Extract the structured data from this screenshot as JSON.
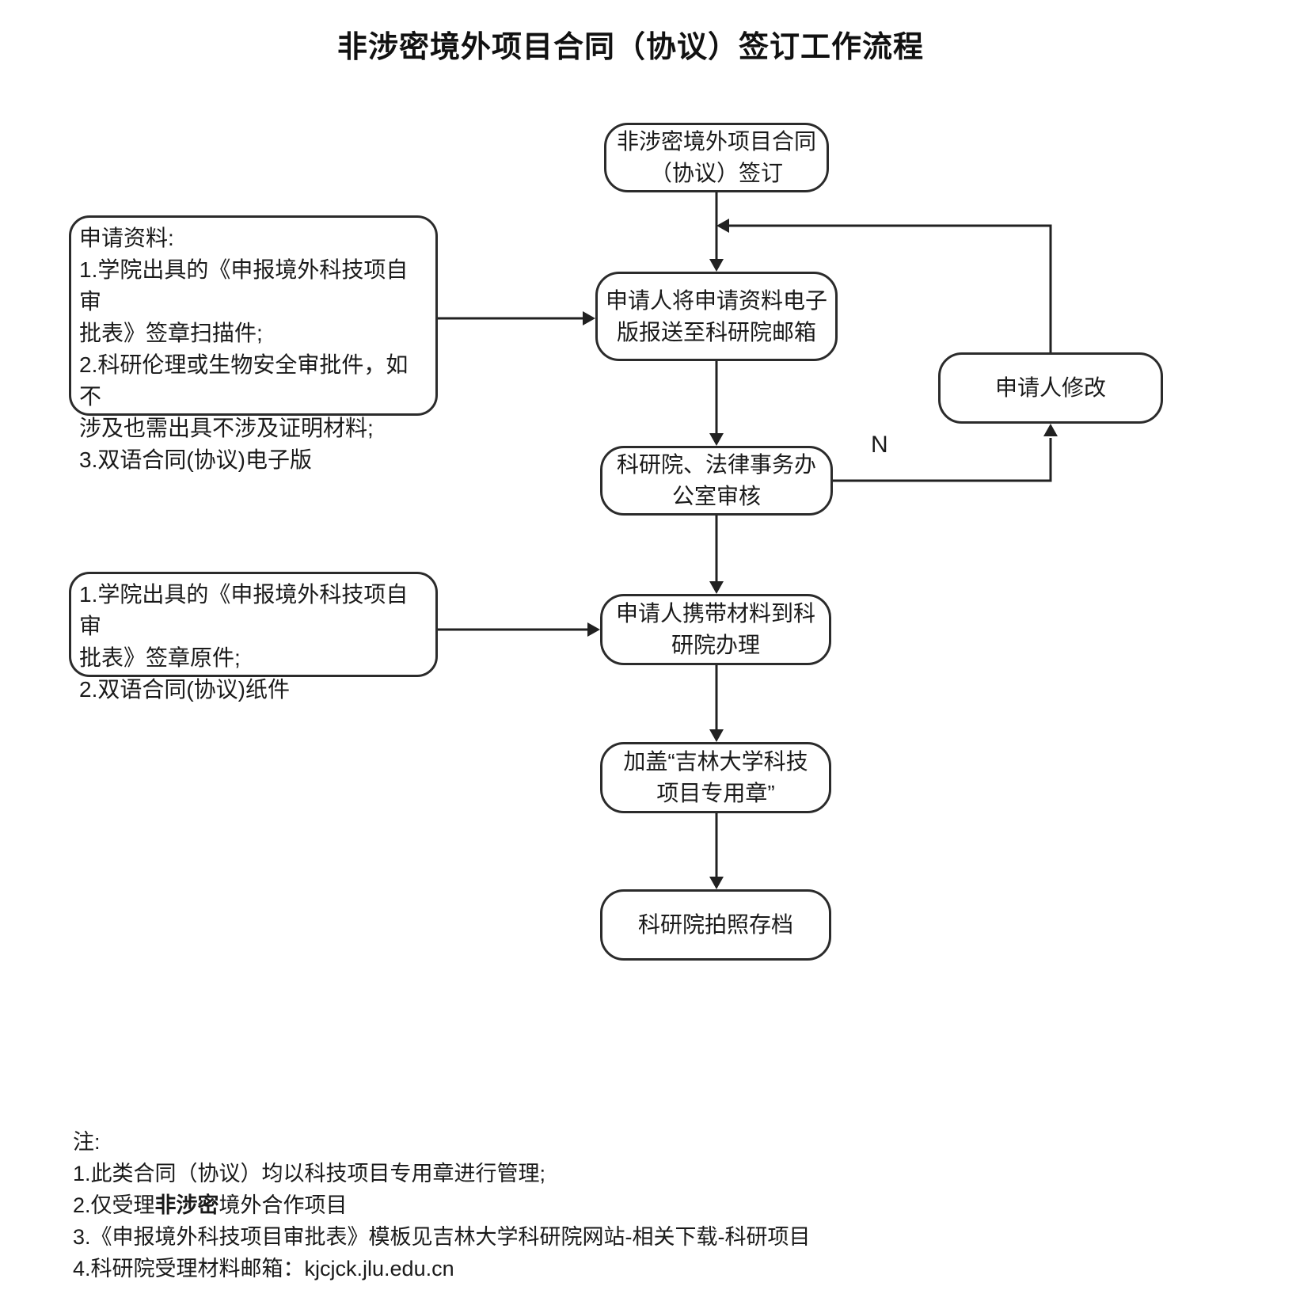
{
  "title": "非涉密境外项目合同（协议）签订工作流程",
  "flowchart": {
    "nodes": {
      "start": {
        "label": "非涉密境外项目合同\n（协议）签订"
      },
      "submit_email": {
        "label": "申请人将申请资料电子\n版报送至科研院邮箱"
      },
      "review": {
        "label": "科研院、法律事务办\n公室审核"
      },
      "revise": {
        "label": "申请人修改"
      },
      "bring_materials": {
        "label": "申请人携带材料到科\n研院办理"
      },
      "stamp_seal": {
        "label": "加盖“吉林大学科技\n项目专用章”"
      },
      "archive_photo": {
        "label": "科研院拍照存档"
      },
      "materials_electronic": {
        "label": "申请资料:\n1.学院出具的《申报境外科技项自审\n批表》签章扫描件;\n2.科研伦理或生物安全审批件，如不\n涉及也需出具不涉及证明材料;\n3.双语合同(协议)电子版"
      },
      "materials_paper": {
        "label": "1.学院出具的《申报境外科技项自审\n批表》签章原件;\n2.双语合同(协议)纸件"
      }
    },
    "labels": {
      "no": "N"
    }
  },
  "notes": {
    "heading": "注:",
    "line1": "1.此类合同（协议）均以科技项目专用章进行管理;",
    "line2_prefix": "2.仅受理",
    "line2_bold": "非涉密",
    "line2_suffix": "境外合作项目",
    "line3": "3.《申报境外科技项目审批表》模板见吉林大学科研院网站-相关下载-科研项目",
    "line4": "4.科研院受理材料邮箱：kjcjck.jlu.edu.cn"
  },
  "colors": {
    "background": "#ffffff",
    "line": "#212121",
    "border": "#2b2b2b",
    "text": "#1a1a1a"
  }
}
